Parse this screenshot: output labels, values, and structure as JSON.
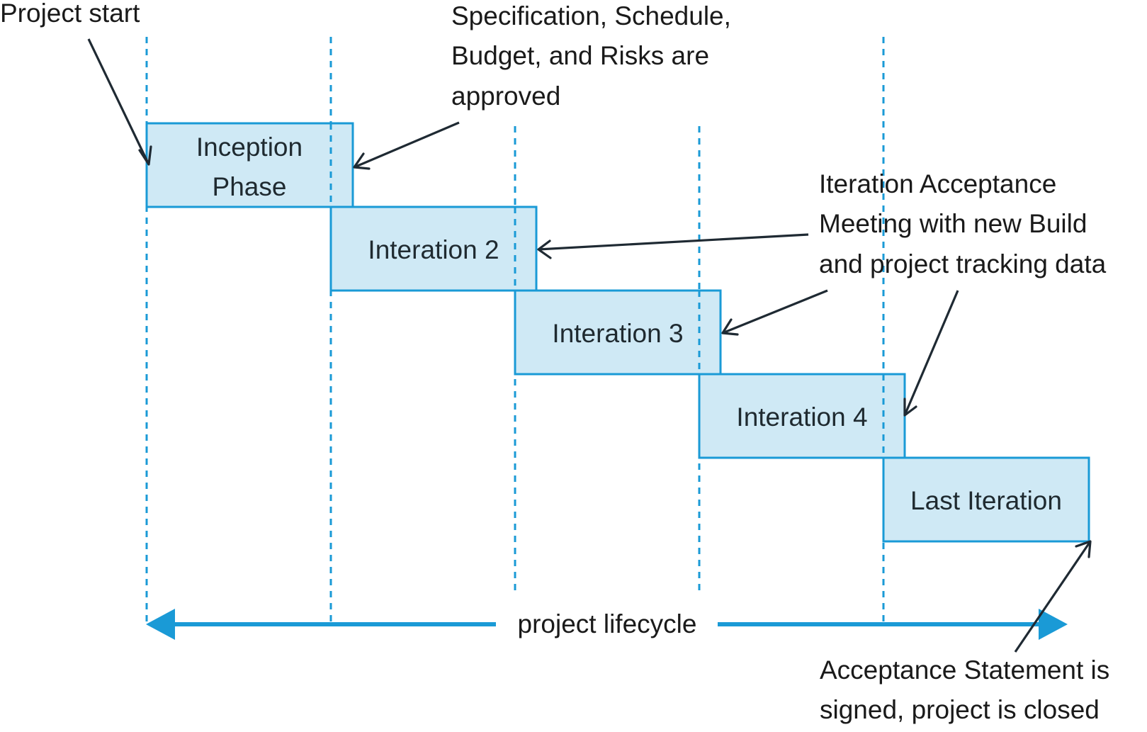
{
  "diagram": {
    "phases": [
      {
        "lines": [
          "Inception",
          "Phase"
        ]
      },
      {
        "lines": [
          "Interation 2"
        ]
      },
      {
        "lines": [
          "Interation 3"
        ]
      },
      {
        "lines": [
          "Interation 4"
        ]
      },
      {
        "lines": [
          "Last Iteration"
        ]
      }
    ],
    "annotations": {
      "project_start": {
        "lines": [
          "Project start"
        ]
      },
      "approval": {
        "lines": [
          "Specification, Schedule,",
          "Budget, and Risks are",
          "approved"
        ]
      },
      "iteration_meeting": {
        "lines": [
          "Iteration Acceptance",
          "Meeting with new Build",
          "and project tracking data"
        ]
      },
      "closing": {
        "lines": [
          "Acceptance Statement is",
          "signed, project is closed"
        ]
      }
    },
    "lifecycle_label": "project lifecycle",
    "colors": {
      "box_fill": "#cfe9f5",
      "accent_blue": "#1a9ad6",
      "arrow": "#1f2a33",
      "text": "#1a1a1a"
    }
  }
}
